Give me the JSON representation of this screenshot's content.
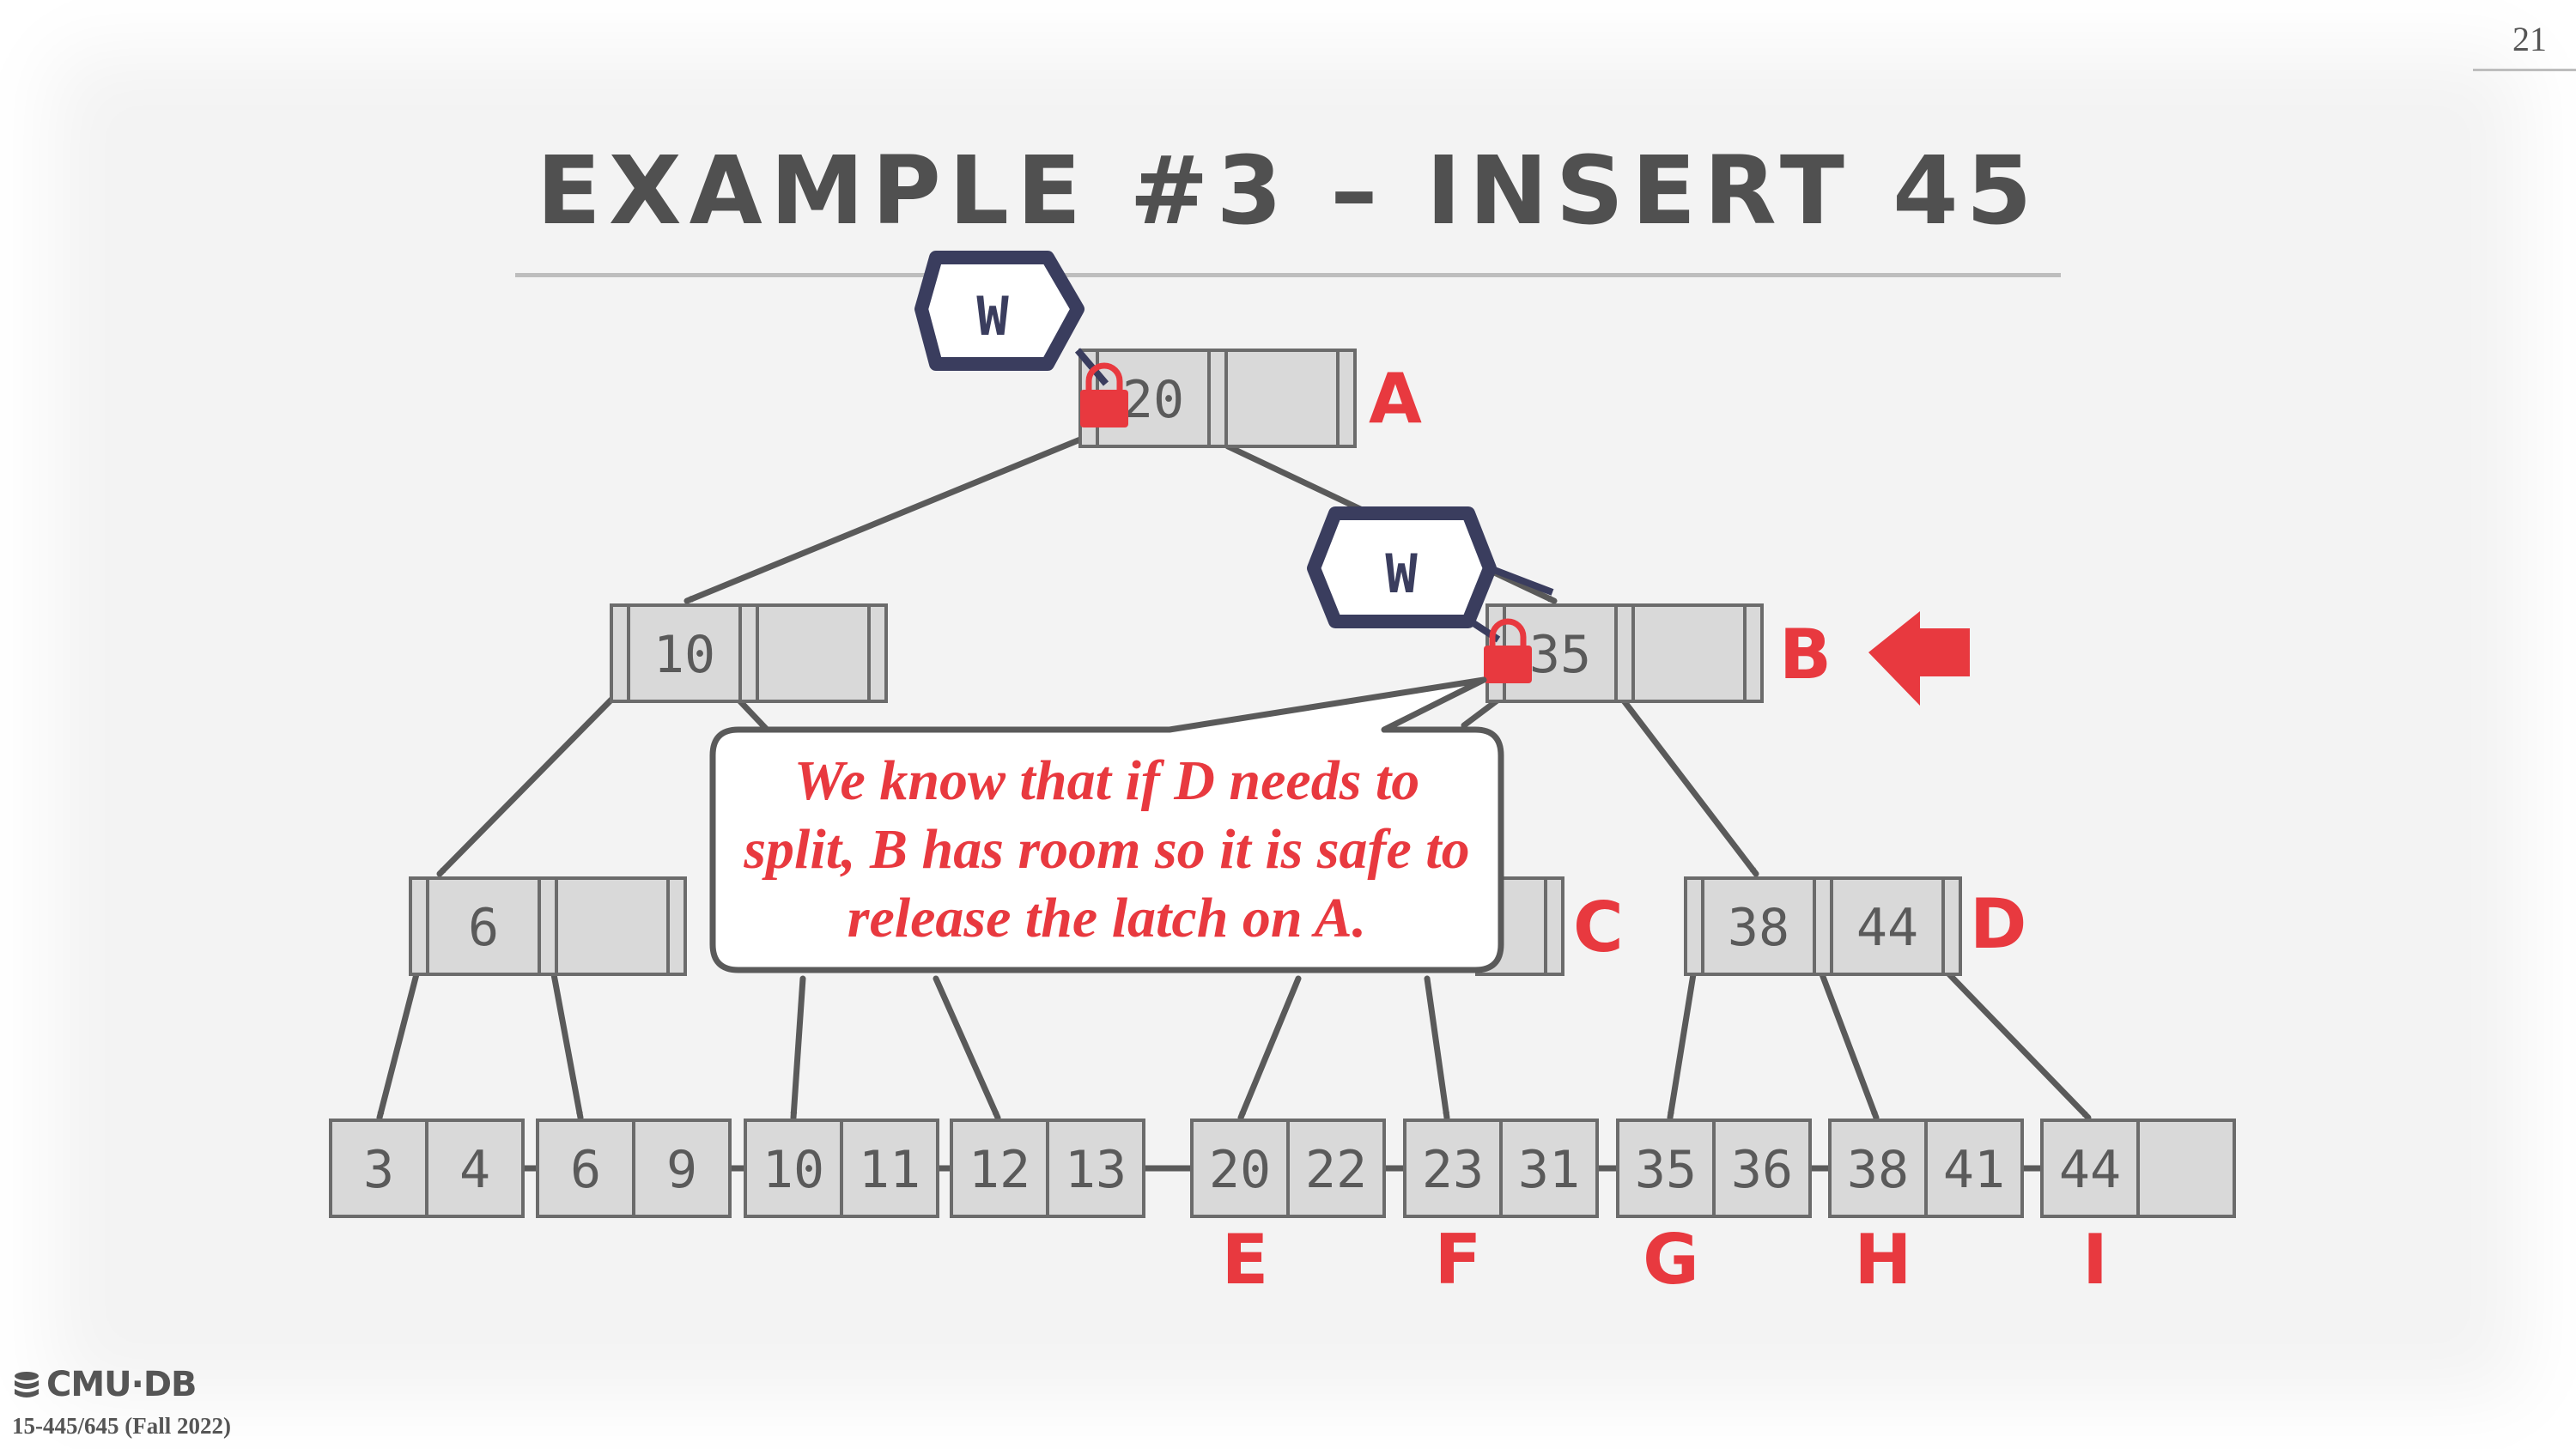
{
  "slide": {
    "page_number": "21",
    "title": "EXAMPLE #3 – INSERT 45",
    "course": "15-445/645 (Fall 2022)",
    "logo_text": "CMU·DB"
  },
  "latch_label": "W",
  "tree": {
    "inner_nodes": [
      {
        "id": "A",
        "keys": [
          "20",
          ""
        ]
      },
      {
        "id": "B",
        "keys": [
          "35",
          ""
        ]
      },
      {
        "id": "left-mid",
        "keys": [
          "10",
          ""
        ]
      },
      {
        "id": "left-low",
        "keys": [
          "6",
          ""
        ]
      },
      {
        "id": "C",
        "keys": [
          "",
          ""
        ]
      },
      {
        "id": "D",
        "keys": [
          "38",
          "44"
        ]
      }
    ],
    "leaves": [
      {
        "keys": [
          "3",
          "4"
        ]
      },
      {
        "keys": [
          "6",
          "9"
        ]
      },
      {
        "keys": [
          "10",
          "11"
        ]
      },
      {
        "keys": [
          "12",
          "13"
        ]
      },
      {
        "keys": [
          "20",
          "22"
        ],
        "label": "E"
      },
      {
        "keys": [
          "23",
          "31"
        ],
        "label": "F"
      },
      {
        "keys": [
          "35",
          "36"
        ],
        "label": "G"
      },
      {
        "keys": [
          "38",
          "41"
        ],
        "label": "H"
      },
      {
        "keys": [
          "44",
          ""
        ],
        "label": "I"
      }
    ],
    "node_labels": {
      "A": "A",
      "B": "B",
      "C": "C",
      "D": "D"
    }
  },
  "callout": {
    "text": "We know that if D needs to split, B has room so it is safe to release the latch on A."
  },
  "colors": {
    "accent_red": "#e8393f",
    "latch_navy": "#3a3d5e",
    "node_fill": "#d9d9d9",
    "node_stroke": "#6b6b6b",
    "edge": "#5a5a5a"
  },
  "icons": [
    "lock-icon",
    "pointer-arrow-icon",
    "database-icon"
  ]
}
